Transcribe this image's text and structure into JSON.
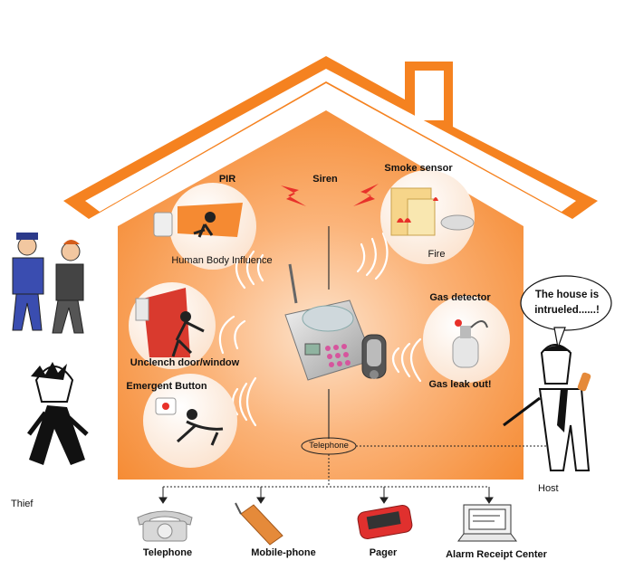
{
  "sensors": {
    "pir": "PIR",
    "human_body": "Human Body Influence",
    "siren": "Siren",
    "smoke_sensor": "Smoke sensor",
    "fire": "Fire",
    "unclench": "Unclench door/window",
    "gas_detector": "Gas detector",
    "gas_leak": "Gas leak out!",
    "emergent_button": "Emergent Button",
    "telephone_line": "Telephone"
  },
  "people": {
    "thief": "Thief",
    "host": "Host",
    "speech_line1": "The house is",
    "speech_line2": "intrueled......!"
  },
  "outputs": [
    {
      "label": "Telephone"
    },
    {
      "label": "Mobile-phone"
    },
    {
      "label": "Pager"
    },
    {
      "label": "Alarm Receipt Center"
    }
  ],
  "colors": {
    "house_orange": "#F58220",
    "house_fill_light": "#FBB47A",
    "house_fill_mid": "#F7954A",
    "bubble": "#FFF3E8"
  }
}
